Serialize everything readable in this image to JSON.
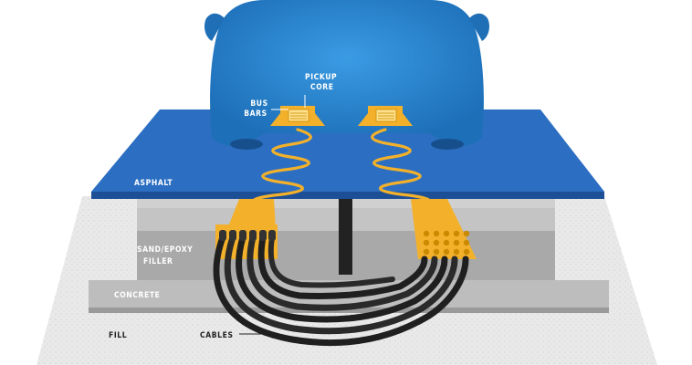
{
  "labels": {
    "pickup_core": [
      "PICKUP",
      "CORE"
    ],
    "bus_bars": [
      "BUS",
      "BARS"
    ],
    "asphalt": "ASPHALT",
    "filler": [
      "SAND/EPOXY",
      "FILLER"
    ],
    "concrete": "CONCRETE",
    "fill": "FILL",
    "cables": "CABLES"
  },
  "colors": {
    "car": "#2f8fd8",
    "car_dark": "#1f6fb6",
    "asphalt": "#2c6fc2",
    "asphalt_edge": "#1d4f96",
    "coil": "#f3b12b",
    "coil_light": "#ffe08a",
    "cable": "#2a2a2a",
    "concrete": "#bdbdbd",
    "filler": "#a9a9a9",
    "fill_ground": "#e6e6e6",
    "label_dark": "#ffffff",
    "label_light": "#222222"
  },
  "icons": [
    "car-silhouette",
    "pickup-core-icon",
    "coil-spring-icon",
    "cable-bundle-icon"
  ]
}
